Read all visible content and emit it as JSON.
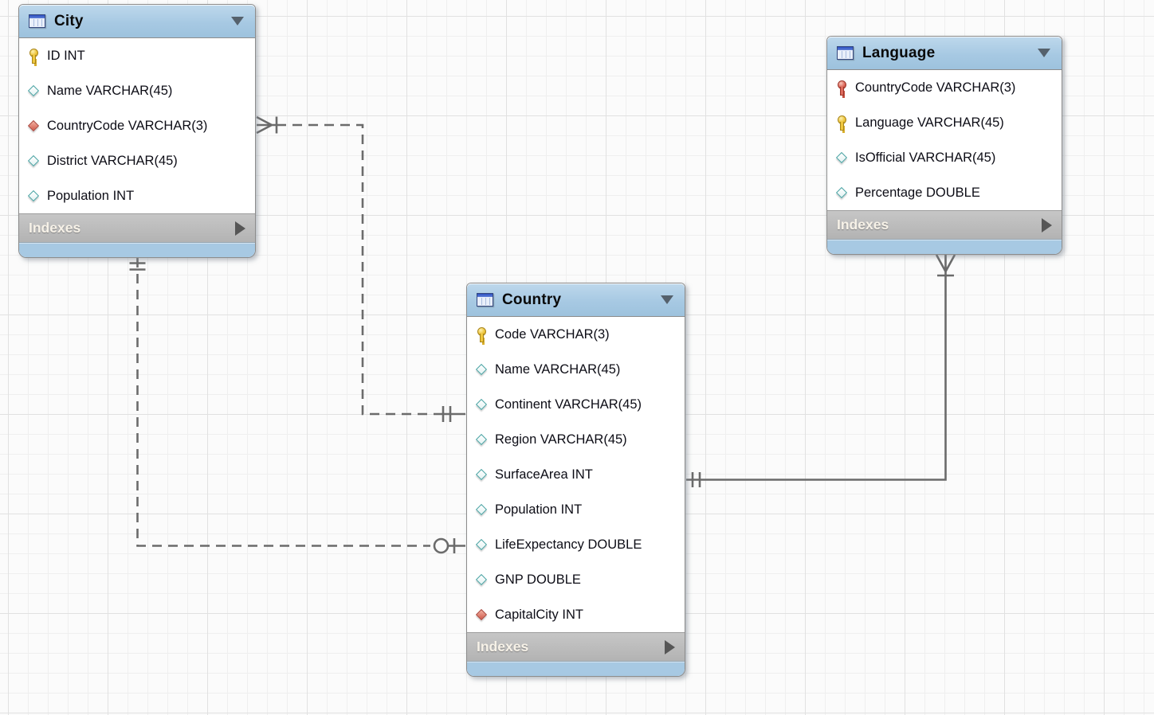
{
  "canvas": {
    "background": "#fbfbfb",
    "grid_minor_color": "#efefef",
    "grid_major_color": "#e1e1e1"
  },
  "colors": {
    "table_header_blue": "#a7c9e3",
    "indexes_bar_gray": "#b9b9b9",
    "table_border": "#8c8c8c",
    "relationship_line": "#6b6b6b",
    "primary_key_yellow": "#eec63e",
    "primary_foreign_key_red": "#dd6a5c",
    "foreign_key_diamond_red": "#d15b4c",
    "column_diamond_teal": "#4aa3a3"
  },
  "tables": [
    {
      "title": "City",
      "indexes_label": "Indexes",
      "columns": [
        {
          "label": "ID INT",
          "key": "primary"
        },
        {
          "label": "Name VARCHAR(45)",
          "key": "none"
        },
        {
          "label": "CountryCode VARCHAR(3)",
          "key": "foreign"
        },
        {
          "label": "District VARCHAR(45)",
          "key": "none"
        },
        {
          "label": "Population INT",
          "key": "none"
        }
      ]
    },
    {
      "title": "Language",
      "indexes_label": "Indexes",
      "columns": [
        {
          "label": "CountryCode VARCHAR(3)",
          "key": "primary-foreign"
        },
        {
          "label": "Language VARCHAR(45)",
          "key": "primary"
        },
        {
          "label": "IsOfficial VARCHAR(45)",
          "key": "none"
        },
        {
          "label": "Percentage DOUBLE",
          "key": "none"
        }
      ]
    },
    {
      "title": "Country",
      "indexes_label": "Indexes",
      "columns": [
        {
          "label": "Code VARCHAR(3)",
          "key": "primary"
        },
        {
          "label": "Name VARCHAR(45)",
          "key": "none"
        },
        {
          "label": "Continent VARCHAR(45)",
          "key": "none"
        },
        {
          "label": "Region VARCHAR(45)",
          "key": "none"
        },
        {
          "label": "SurfaceArea INT",
          "key": "none"
        },
        {
          "label": "Population INT",
          "key": "none"
        },
        {
          "label": "LifeExpectancy DOUBLE",
          "key": "none"
        },
        {
          "label": "GNP DOUBLE",
          "key": "none"
        },
        {
          "label": "CapitalCity INT",
          "key": "foreign"
        }
      ]
    }
  ],
  "relationships": [
    {
      "name": "city-country",
      "between": "City.CountryCode and Country",
      "line_style": "dashed",
      "marker_at_city": "many (crow's foot + bar)",
      "marker_at_country": "one (double bar)"
    },
    {
      "name": "country-capitalcity-city",
      "between": "Country.CapitalCity and City",
      "line_style": "dashed",
      "marker_at_city": "one (double bar)",
      "marker_at_country": "zero-or-one (circle + bar)"
    },
    {
      "name": "language-country",
      "between": "Language.CountryCode and Country",
      "line_style": "solid",
      "marker_at_language": "many (crow's foot + bar)",
      "marker_at_country": "one (double bar)"
    }
  ]
}
